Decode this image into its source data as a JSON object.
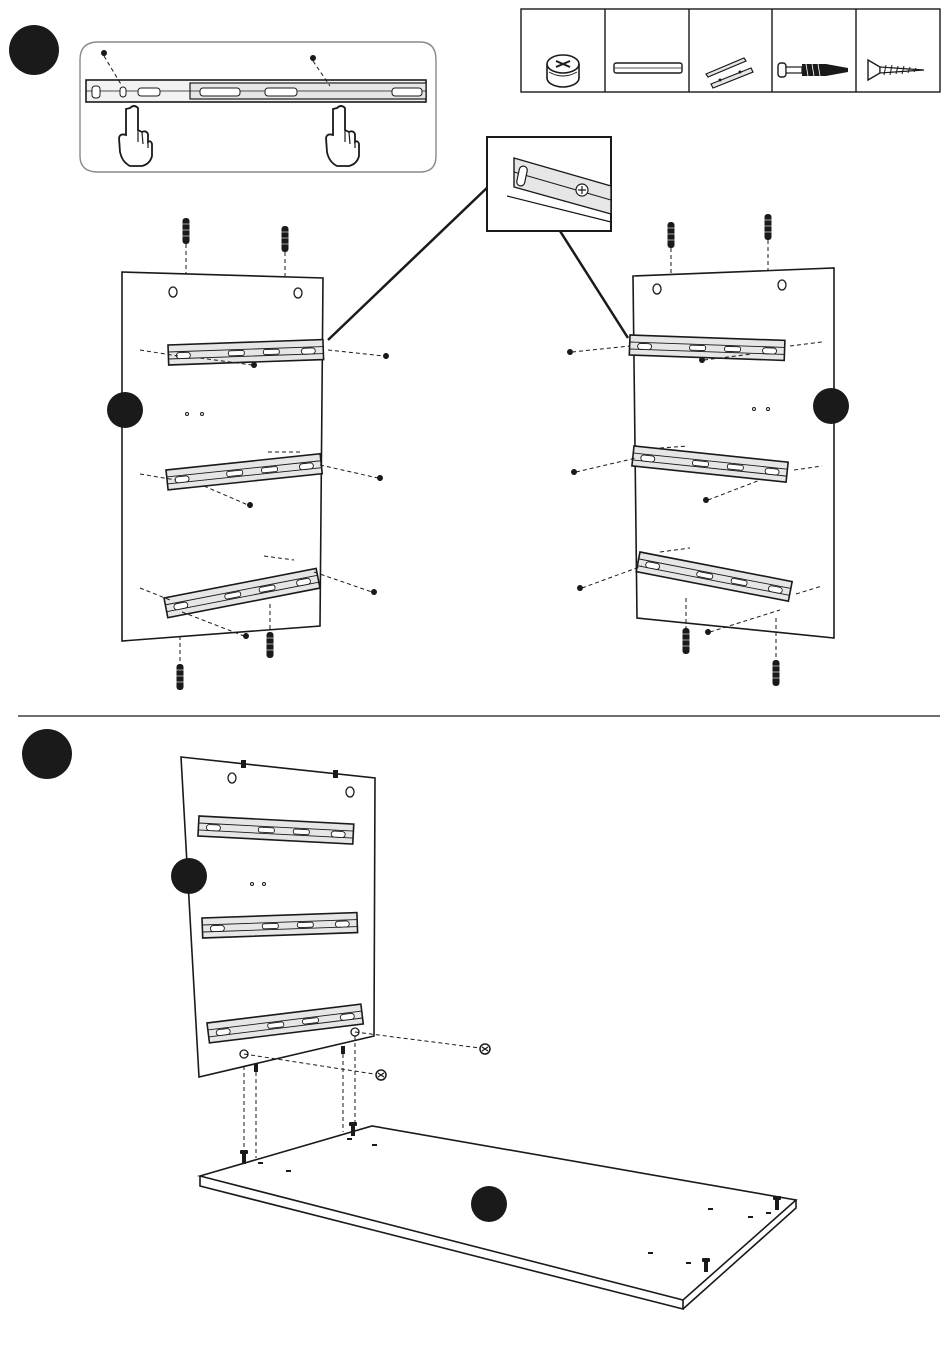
{
  "steps": [
    {
      "id": "step-1",
      "label": ""
    },
    {
      "id": "step-2",
      "label": ""
    }
  ],
  "part_markers": [
    {
      "id": "left-side-panel-marker",
      "label": ""
    },
    {
      "id": "right-side-panel-marker",
      "label": ""
    },
    {
      "id": "assembled-side-panel-marker",
      "label": ""
    },
    {
      "id": "bottom-panel-marker",
      "label": ""
    }
  ],
  "hardware_legend": [
    {
      "name": "cam-lock",
      "qty": ""
    },
    {
      "name": "wooden-dowel",
      "qty": ""
    },
    {
      "name": "drawer-runner-pair",
      "qty": ""
    },
    {
      "name": "cam-bolt",
      "qty": ""
    },
    {
      "name": "flat-head-screw",
      "qty": ""
    }
  ],
  "colors": {
    "ink": "#1a1a1a",
    "panel_fill": "#ffffff",
    "runner_fill": "#e6e6e6",
    "marker_fill": "#1a1a1a"
  }
}
